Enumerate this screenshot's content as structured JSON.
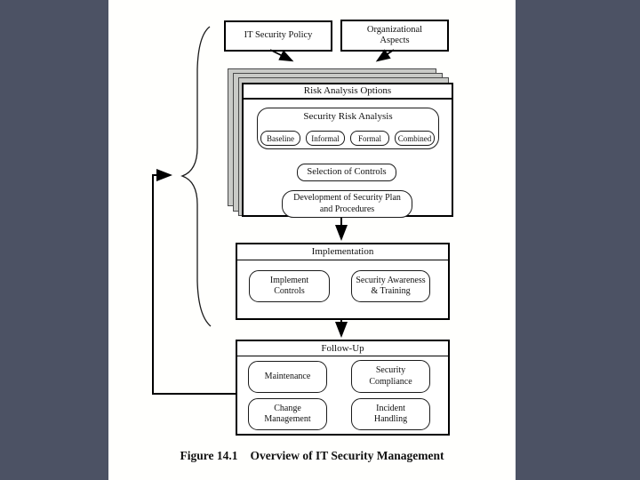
{
  "slide": {
    "background_color": "#4c5264",
    "page_color": "#fffffd",
    "sheet_color": "#c9cac7"
  },
  "figure": {
    "caption_number": "Figure 14.1",
    "caption_title": "Overview of IT Security Management"
  },
  "diagram": {
    "policy_box": "IT Security Policy",
    "org_box": "Organizational Aspects",
    "risk_analysis": {
      "header": "Risk Analysis Options",
      "security_risk_analysis": {
        "title": "Security Risk Analysis",
        "approaches": [
          "Baseline",
          "Informal",
          "Formal",
          "Combined"
        ]
      },
      "selection_of_controls": "Selection of Controls",
      "development_plan": "Development of Security Plan and Procedures"
    },
    "implementation": {
      "header": "Implementation",
      "items": [
        "Implement Controls",
        "Security Awareness & Training"
      ]
    },
    "follow_up": {
      "header": "Follow-Up",
      "items": [
        "Maintenance",
        "Security Compliance",
        "Change Management",
        "Incident Handling"
      ]
    }
  }
}
